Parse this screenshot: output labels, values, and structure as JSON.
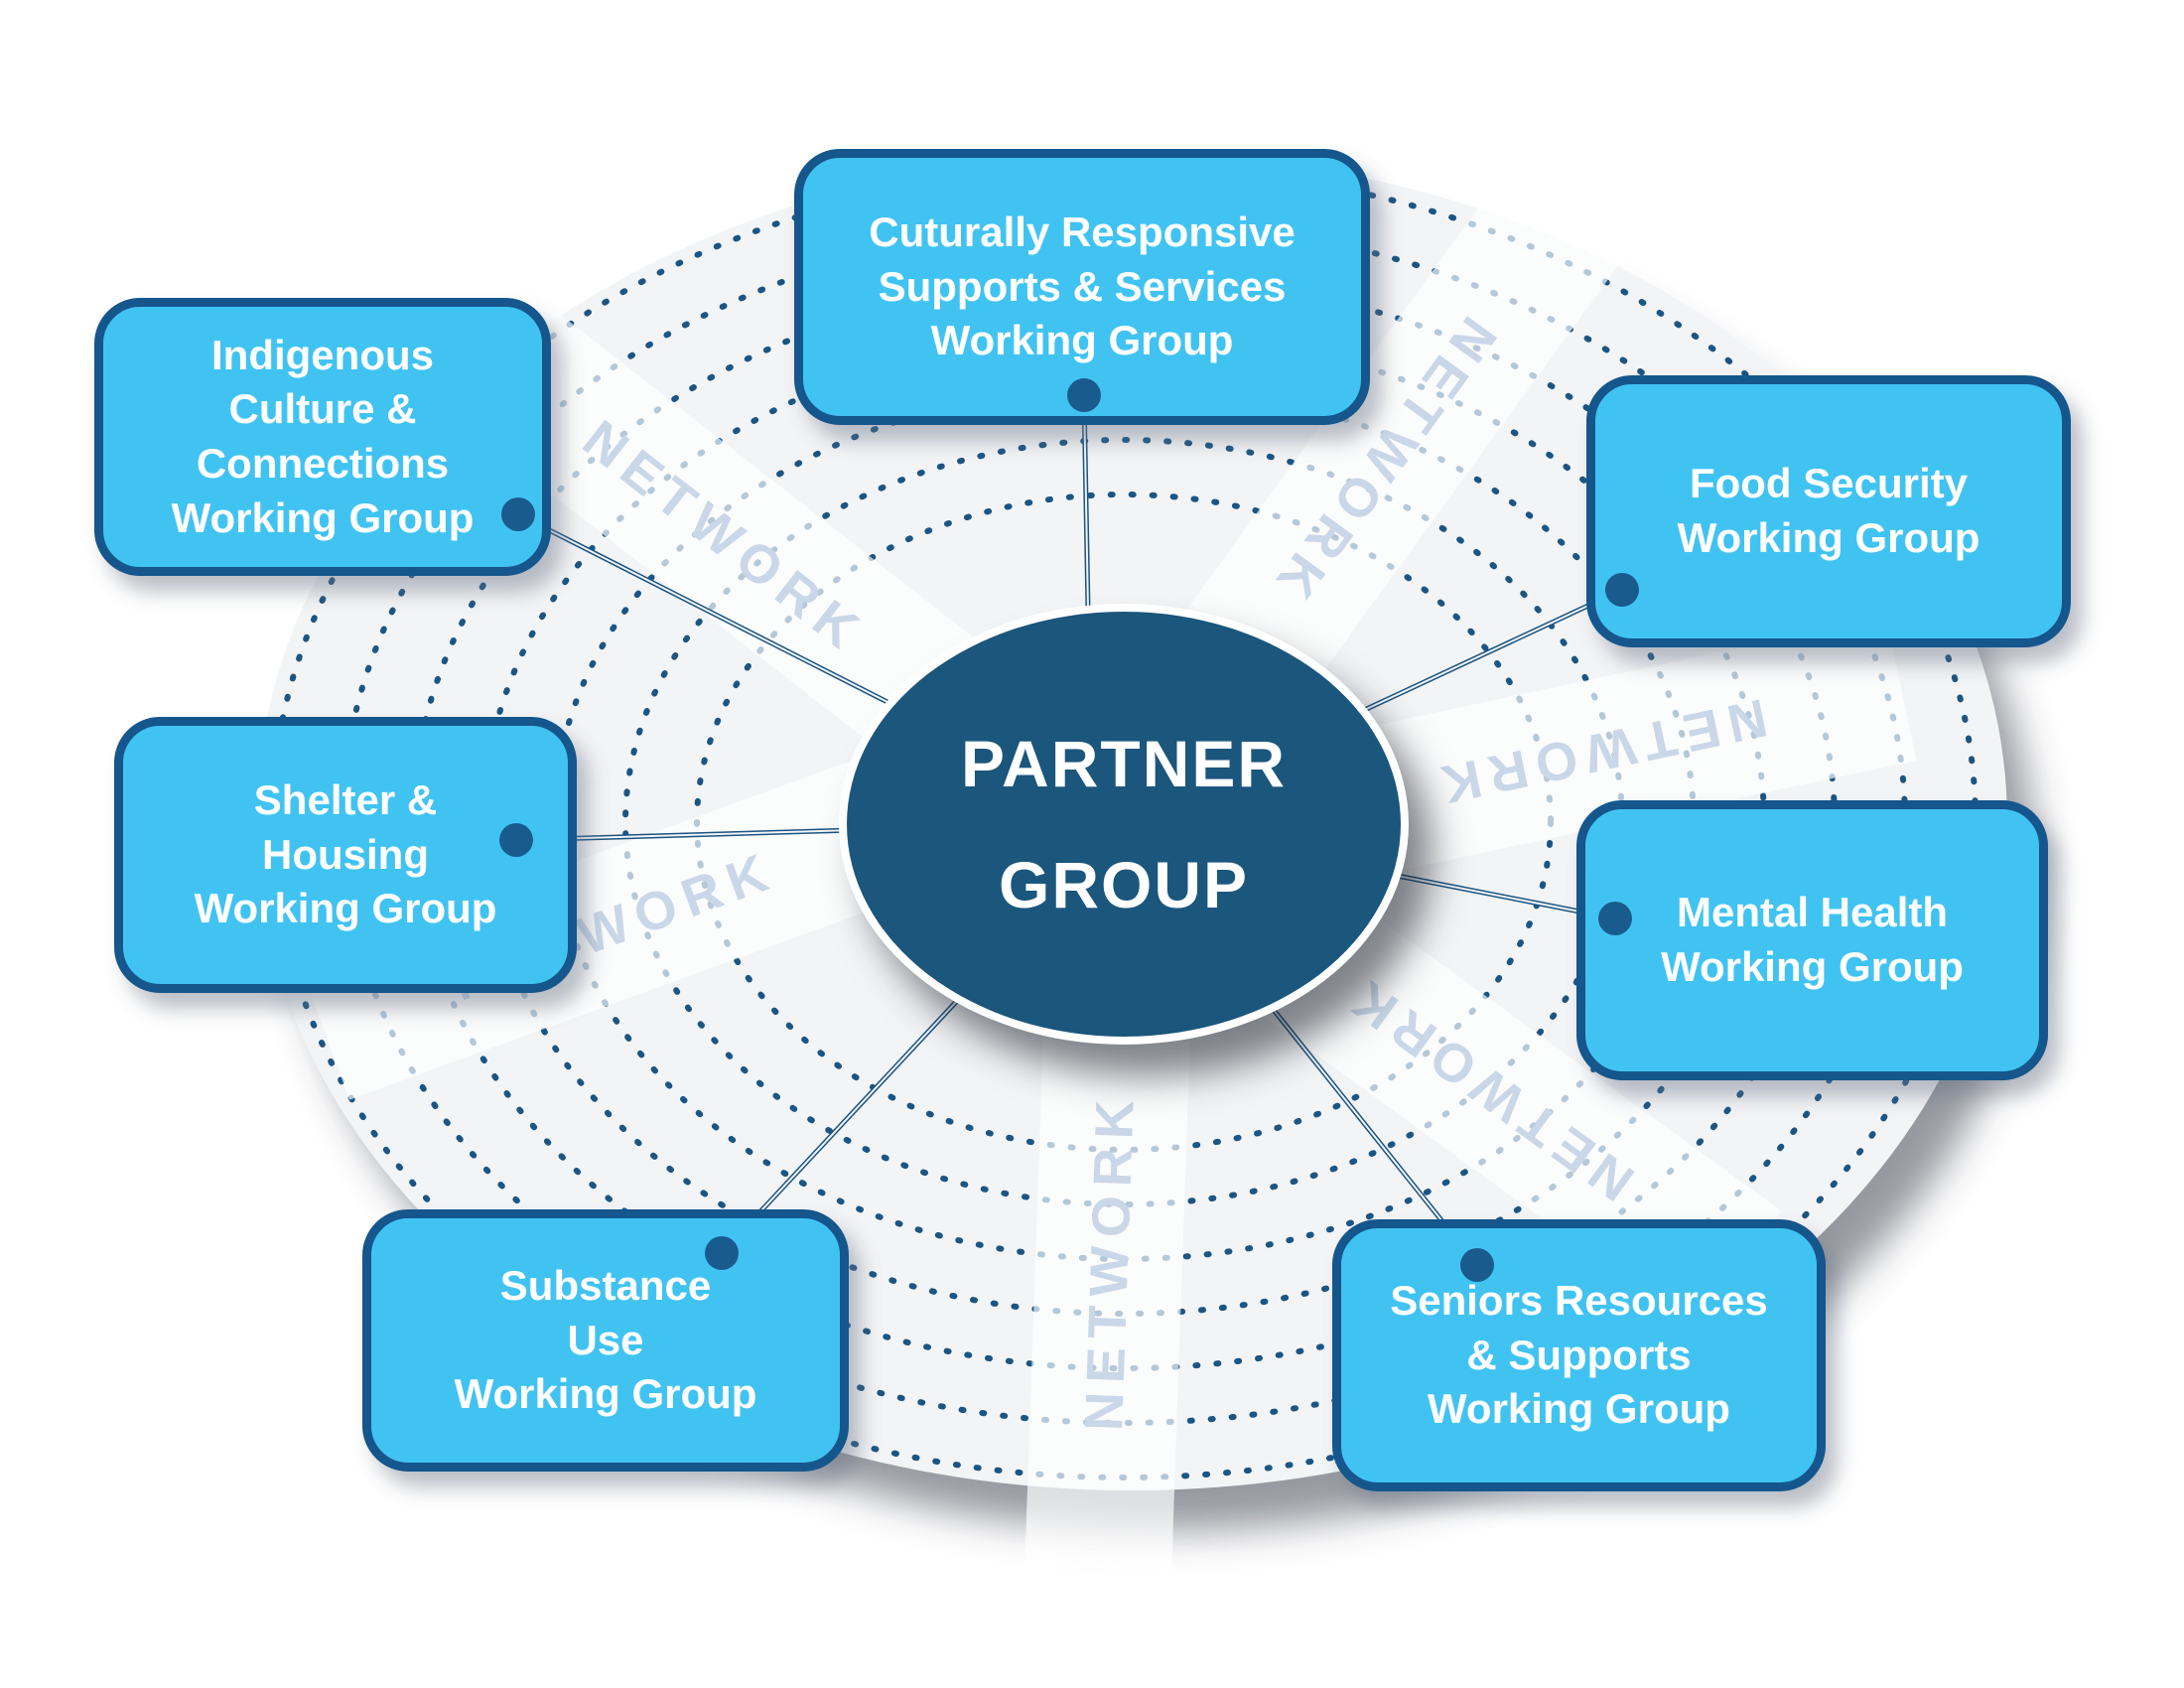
{
  "diagram_title": "Partner Group and Working Groups network diagram",
  "center": {
    "label": "PARTNER\nGROUP"
  },
  "network_watermark": {
    "label": "NETWORK",
    "count_visible": 6,
    "color": "#c9d7e8"
  },
  "nodes": [
    {
      "id": "culturally-responsive",
      "label": "Cuturally Responsive\nSupports & Services\nWorking Group"
    },
    {
      "id": "indigenous-culture",
      "label": "Indigenous\nCulture &\nConnections\nWorking Group"
    },
    {
      "id": "food-security",
      "label": "Food Security\nWorking Group"
    },
    {
      "id": "shelter-housing",
      "label": "Shelter &\nHousing\nWorking Group"
    },
    {
      "id": "mental-health",
      "label": "Mental Health\nWorking Group"
    },
    {
      "id": "substance-use",
      "label": "Substance\nUse\nWorking Group"
    },
    {
      "id": "seniors-resources",
      "label": "Seniors Resources\n& Supports\nWorking Group"
    }
  ],
  "colors": {
    "node_fill": "#41c3f2",
    "node_border": "#15568c",
    "center_fill": "#1b567c",
    "connector_and_dots": "#1b5583",
    "watermark_text": "#c9d7e8",
    "plate_fill": "#f3f4f6",
    "text": "#ffffff"
  }
}
